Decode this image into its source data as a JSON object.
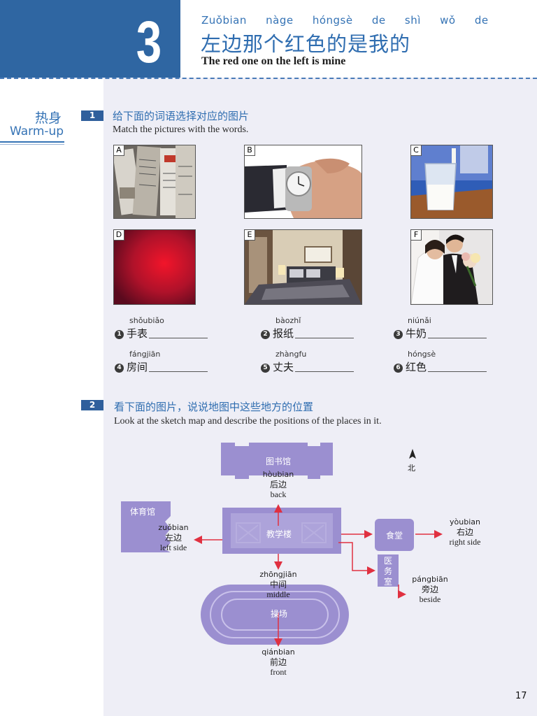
{
  "header": {
    "chapter_number": "3",
    "title_pinyin": "Zuǒbian nàge hóngsè de shì wǒ de",
    "title_chinese": "左边那个红色的是我的",
    "title_english": "The red one on the left is mine"
  },
  "section": {
    "label_cn": "热身",
    "label_en": "Warm-up"
  },
  "exercise1": {
    "number": "1",
    "instruction_cn": "给下面的词语选择对应的图片",
    "instruction_en": "Match the pictures with the words.",
    "pictures": [
      {
        "letter": "A",
        "subject": "newspapers"
      },
      {
        "letter": "B",
        "subject": "wristwatch"
      },
      {
        "letter": "C",
        "subject": "milk"
      },
      {
        "letter": "D",
        "subject": "red color"
      },
      {
        "letter": "E",
        "subject": "room"
      },
      {
        "letter": "F",
        "subject": "husband"
      }
    ],
    "words": [
      {
        "num": "1",
        "pinyin": "shǒubiǎo",
        "hanzi": "手表"
      },
      {
        "num": "2",
        "pinyin": "bàozhǐ",
        "hanzi": "报纸"
      },
      {
        "num": "3",
        "pinyin": "niúnǎi",
        "hanzi": "牛奶"
      },
      {
        "num": "4",
        "pinyin": "fángjiān",
        "hanzi": "房间"
      },
      {
        "num": "5",
        "pinyin": "zhàngfu",
        "hanzi": "丈夫"
      },
      {
        "num": "6",
        "pinyin": "hóngsè",
        "hanzi": "红色"
      }
    ]
  },
  "exercise2": {
    "number": "2",
    "instruction_cn": "看下面的图片，说说地图中这些地方的位置",
    "instruction_en": "Look at the sketch map and describe the positions of the places in it.",
    "map": {
      "library": "图书馆",
      "gym": "体育馆",
      "teaching_building": "教学楼",
      "canteen": "食堂",
      "clinic": "医务室",
      "playground": "操场",
      "north": "北",
      "back": {
        "pinyin": "hòubian",
        "cn": "后边",
        "en": "back"
      },
      "left": {
        "pinyin": "zuǒbian",
        "cn": "左边",
        "en": "left side"
      },
      "right": {
        "pinyin": "yòubian",
        "cn": "右边",
        "en": "right side"
      },
      "middle": {
        "pinyin": "zhōngjiān",
        "cn": "中间",
        "en": "middle"
      },
      "beside": {
        "pinyin": "pángbiān",
        "cn": "旁边",
        "en": "beside"
      },
      "front": {
        "pinyin": "qiánbian",
        "cn": "前边",
        "en": "front"
      }
    }
  },
  "page_number": "17",
  "colors": {
    "accent": "#2f66a2",
    "map_purple": "#9b8fd0",
    "arrow_red": "#e03040"
  }
}
